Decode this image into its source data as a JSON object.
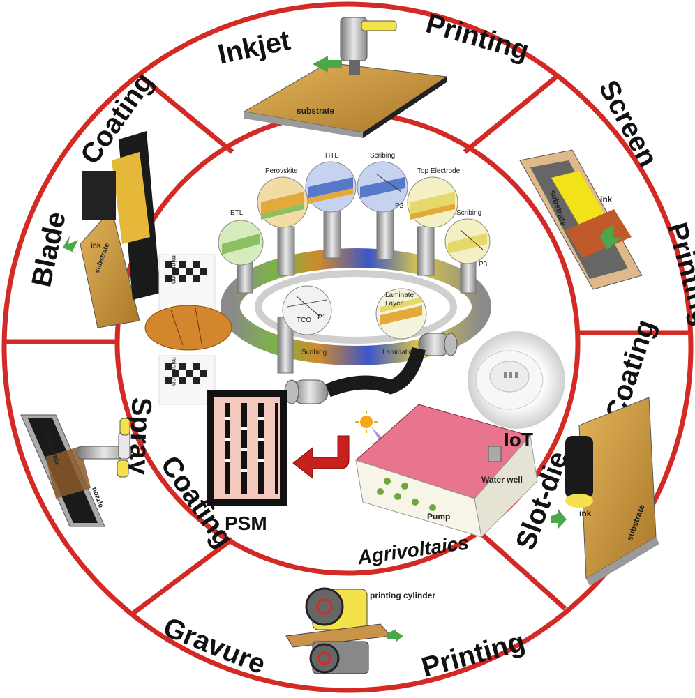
{
  "segments": {
    "inkjet": {
      "word1": "Inkjet",
      "word2": "Printing",
      "substrate": "substrate"
    },
    "screen": {
      "word1": "Screen",
      "word2": "Printing",
      "substrate": "substrate",
      "ink": "ink"
    },
    "slotdie": {
      "word1": "Slot-die",
      "word2": "Coating",
      "substrate": "substrate",
      "ink": "ink"
    },
    "gravure": {
      "word1": "Gravure",
      "word2": "Printing",
      "cylinder": "printing cylinder"
    },
    "spray": {
      "word1": "Spray",
      "word2": "Coating",
      "substrate": "substrate",
      "nozzle": "nozzle"
    },
    "blade": {
      "word1": "Blade",
      "word2": "Coating",
      "substrate": "substrate",
      "ink": "ink"
    }
  },
  "center": {
    "process_steps": {
      "etl": "ETL",
      "perovskite": "Perovskite",
      "htl": "HTL",
      "scribing_top": "Scribing",
      "top_electrode": "Top Electrode",
      "scribing_right": "Scribing",
      "scribing_bottom": "Scribing",
      "laminating": "Laminating",
      "tco": "TCO",
      "p1": "P1",
      "p2": "P2",
      "p3": "P3",
      "laminate_layer_1": "Laminate",
      "laminate_layer_2": "Layer"
    },
    "migration": {
      "top": "migration",
      "bottom": "migration"
    },
    "psm": "PSM",
    "iot": "IoT",
    "agrivoltaics": "Agrivoltaics",
    "water_well": "Water well",
    "pump": "Pump"
  },
  "colors": {
    "ring": "#d42a26",
    "etl": "#8cc063",
    "perovskite": "#e3a93b",
    "htl": "#5879c9",
    "electrode": "#e6d96c",
    "gold": "#c99a3c"
  }
}
